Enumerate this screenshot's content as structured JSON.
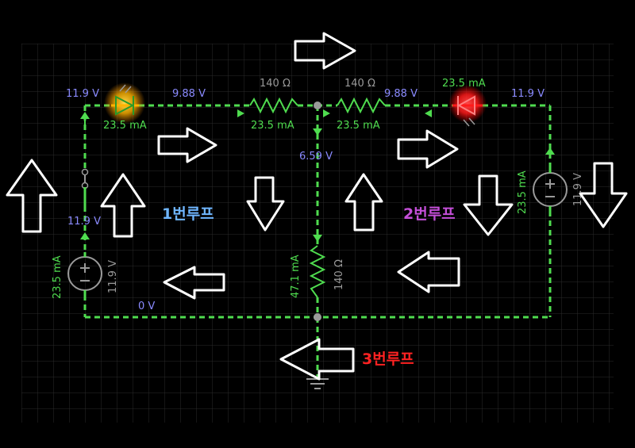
{
  "colors": {
    "background": "#000000",
    "grid": "#2a2a2a",
    "wire": "#4fdc4f",
    "voltage_label": "#8a8aff",
    "current_label": "#4fdc4f",
    "component_label": "#9a9a9a",
    "led_yellow": "#ffb300",
    "led_red": "#ff1a1a",
    "loop1": "#6fb6ff",
    "loop2": "#c44fd8",
    "loop3": "#ff2222"
  },
  "labels": {
    "v_led1_left": "11.9 V",
    "v_top_mid_left": "9.88 V",
    "v_top_mid_right": "9.88 V",
    "v_top_right": "11.9 V",
    "v_left_mid": "11.9 V",
    "v_center": "6.59 V",
    "v_bottom": "0 V",
    "r_top_left": "140 Ω",
    "r_top_right": "140 Ω",
    "r_center": "140 Ω",
    "i_led1": "23.5 mA",
    "i_r_top_left": "23.5 mA",
    "i_r_top_right": "23.5 mA",
    "i_led2": "23.5 mA",
    "i_source_left": "23.5 mA",
    "i_source_right": "23.5 mA",
    "i_center": "47.1 mA",
    "src_left_v": "11.9 V",
    "src_right_v": "11.9 V"
  },
  "loops": {
    "loop1": "1번루프",
    "loop2": "2번루프",
    "loop3": "3번루프"
  }
}
